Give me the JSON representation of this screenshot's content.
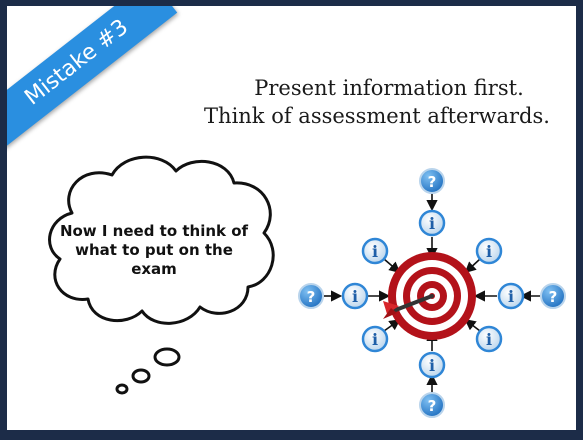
{
  "ribbon": {
    "label": "Mistake #3"
  },
  "heading": {
    "line1": "Present information first.",
    "line2": "Think of assessment afterwards."
  },
  "thought": {
    "line1": "Now I need to think of",
    "line2": "what to put on the",
    "line3": "exam"
  },
  "diagram": {
    "center_icon": "target-with-dart-icon",
    "info_icon": "info-icon",
    "question_icon": "question-icon",
    "info_glyph": "i",
    "question_glyph": "?"
  },
  "colors": {
    "frame": "#1c2c48",
    "ribbon": "#2a8fe0",
    "target_red": "#b3121a",
    "icon_blue": "#2f86d6"
  }
}
